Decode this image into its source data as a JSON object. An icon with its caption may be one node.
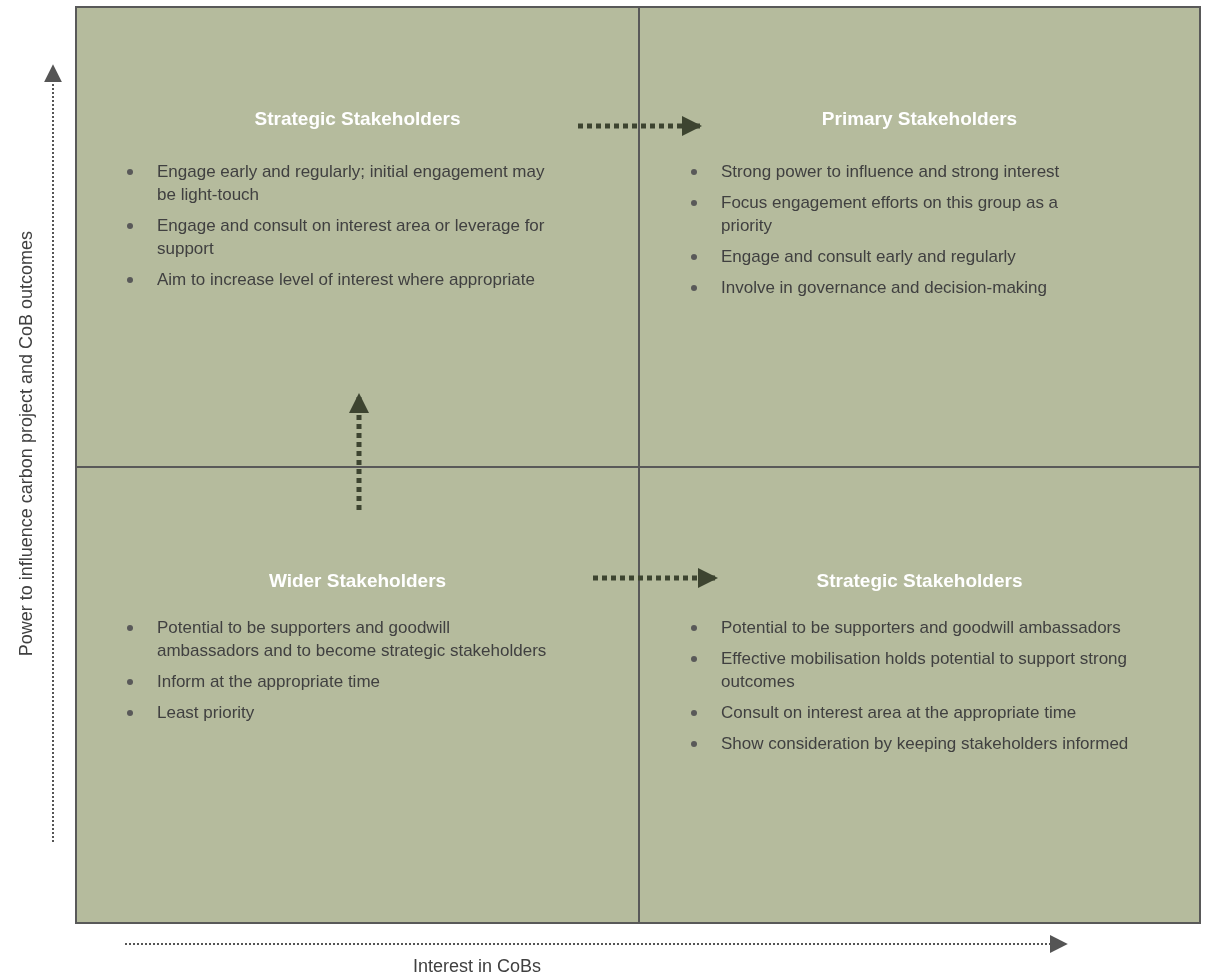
{
  "diagram": {
    "nodes": [
      {
        "text": [
          "Strategic Stakeholders",
          "Engage early and regularly; initial engagement may be light-touch",
          "Engage and consult on interest area or leverage for support",
          "Aim to increase level of interest where appropriate"
        ]
      },
      {
        "text": [
          "Primary Stakeholders",
          "Strong power to influence and strong interest",
          "Focus engagement efforts on this group as a priority",
          "Engage and consult early and regularly",
          "Involve in governance and decision-making"
        ]
      },
      {
        "text": [
          "Wider Stakeholders",
          "Potential to be supporters and goodwill ambassadors and to become strategic stakeholders",
          "Inform at the appropriate time",
          "Least priority"
        ]
      },
      {
        "text": [
          "Strategic Stakeholders",
          "Potential to be supporters and goodwill ambassadors",
          "Effective mobilisation holds potential to support strong outcomes",
          "Consult on interest area at the appropriate time",
          "Show consideration by keeping stakeholders informed"
        ]
      }
    ],
    "edges": [
      {
        "from": 0,
        "to": 1,
        "arrow": "to",
        "style": "dashed"
      },
      {
        "from": 2,
        "to": 0,
        "arrow": "to",
        "style": "dashed"
      },
      {
        "from": 2,
        "to": 3,
        "arrow": "to",
        "style": "dashed"
      }
    ],
    "labels": [
      "Power to influence carbon project and CoB outcomes",
      "Interest in CoBs"
    ]
  }
}
